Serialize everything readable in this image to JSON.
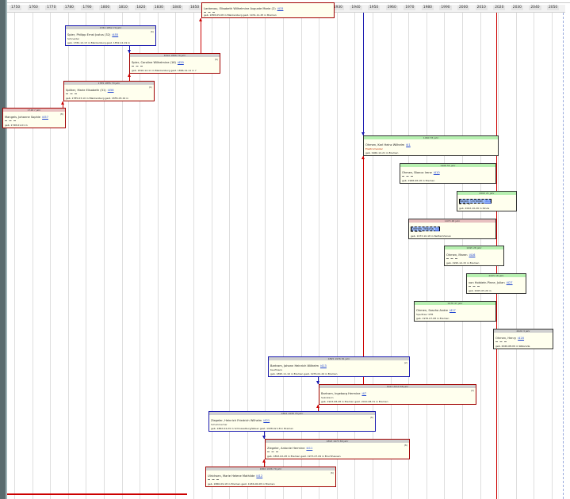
{
  "timeline": {
    "years": [
      "1750",
      "1760",
      "1770",
      "1780",
      "1790",
      "1800",
      "1810",
      "1820",
      "1830",
      "1840",
      "1850",
      "1860",
      "1870",
      "1880",
      "1890",
      "1900",
      "1910",
      "1920",
      "1930",
      "1940",
      "1950",
      "1960",
      "1970",
      "1980",
      "1990",
      "2000",
      "2010",
      "2020",
      "2030",
      "2040",
      "2050"
    ]
  },
  "persons": [
    {
      "key": "p1",
      "hdr": "",
      "marker": "",
      "name": "Lankenau, Elisabeth Wilhelmine Auguste Marie (2)",
      "id": "i415",
      "occ": "",
      "occ_red": false,
      "det": "geb. 1858-05-08 in Blankenburg   gest. 1931-11-25 in Bremen"
    },
    {
      "key": "p2",
      "hdr": "1782  1852  70 jahr",
      "marker": "(6)",
      "name": "Spier, Philipp Ernst Justus (32)",
      "id": "i455",
      "occ": "Schneider",
      "occ_red": false,
      "det": "geb. 1782-12-13 in Blankenburg   gest. 1852-12-19 in"
    },
    {
      "key": "p3",
      "hdr": "1816  1866  70 jahr",
      "marker": "(6)",
      "name": "Spier, Caroline Wilhelmine (16)",
      "id": "i459",
      "occ": "",
      "occ_red": false,
      "det": "geb. 1816-12-11 in Blankenburg   gest. 1866-12-11 in ?"
    },
    {
      "key": "p4",
      "hdr": "1785  1855  70 jahr",
      "marker": "(1)",
      "name": "Spilker, Marie Elisabeth (31)",
      "id": "i458",
      "occ": "",
      "occ_red": false,
      "det": "geb. 1785-03-10 in Blankenburg   gest. 1855-03-19 in"
    },
    {
      "key": "p5",
      "hdr": "1748  ? jahr",
      "marker": "(8)",
      "name": "Mangels, Johanne Sophie",
      "id": "i457",
      "occ": "",
      "occ_red": false,
      "det": "geb. 1748-01-01 in"
    },
    {
      "key": "p6",
      "hdr": "1960  78 jahr",
      "marker": "",
      "name": "Ohmen, Karl Heinz Wilhelm",
      "id": "i41",
      "occ": "Elektromeister",
      "occ_red": true,
      "det": "geb. 1960-12-21 in Bremen"
    },
    {
      "key": "p7",
      "hdr": "1968  55 jahr",
      "marker": "",
      "name": "Ohmen, Bianca Irene",
      "id": "i410",
      "occ": "",
      "occ_red": false,
      "det": "geb. 1968-08-18 in Bremen"
    },
    {
      "key": "p8",
      "hdr": "2002  21 jahr",
      "marker": "",
      "name": "Kogon, Christian",
      "id": "i414",
      "occ": "",
      "occ_red": false,
      "det": "geb. 2002-10-26 in Rinde"
    },
    {
      "key": "p9",
      "hdr": "1973  48 jahr",
      "marker": "",
      "name": "Ohmen, Mischa",
      "id": "i44",
      "occ": "",
      "occ_red": false,
      "det": "geb. 1973-10-18 in Nethamhonen"
    },
    {
      "key": "p10",
      "hdr": "1995  28 jahr",
      "marker": "",
      "name": "Ohmen, Maren",
      "id": "i416",
      "occ": "",
      "occ_red": false,
      "det": "geb. 1995-12-15 in Bremen"
    },
    {
      "key": "p11",
      "hdr": "2005  18 jahr",
      "marker": "",
      "name": "von Holstein-Pinne, Julian",
      "id": "i427",
      "occ": "",
      "occ_red": false,
      "det": "geb. 2005-05-26 in"
    },
    {
      "key": "p12",
      "hdr": "1976  47 jahr",
      "marker": "",
      "name": "Ohmen, Sascha Andre",
      "id": "i417",
      "occ": "Spediteur KFB",
      "occ_red": false,
      "det": "geb. 1976-07-08 in Bremen"
    },
    {
      "key": "p13",
      "hdr": "2020  3 jahr",
      "marker": "",
      "name": "Ohmen, Henry",
      "id": "i420",
      "occ": "",
      "occ_red": false,
      "det": "geb. 2020-08-09 in Walsrode"
    },
    {
      "key": "p14",
      "hdr": "1895  1976  81 jahr",
      "marker": "(2)",
      "name": "Bartram, Johann Heinrich Wilhelm",
      "id": "i413",
      "occ": "Kaufmann",
      "occ_red": false,
      "det": "geb. 1895-11-10 in Bremen   gest. 1976-01-24 in Bremen"
    },
    {
      "key": "p15",
      "hdr": "1923  2010  88 jahr",
      "marker": "(2)",
      "name": "Bartram, Ingeborg Hermine",
      "id": "i47",
      "occ": "Sekretarin",
      "occ_red": false,
      "det": "geb. 1923-08-28 in Bremen   gest. 2010-08-31 in Bremen"
    },
    {
      "key": "p16",
      "hdr": "1862  1938  76 jahr",
      "marker": "(6)",
      "name": "Ziegeler, Heinrich Friedrich Wilhelm",
      "id": "i421",
      "occ": "Schuhmacher",
      "occ_red": false,
      "det": "geb. 1862-04-29 in Schlusselburg/Weser   gest. 1938-02-18 in Bremen"
    },
    {
      "key": "p17",
      "hdr": "1893  1973  80 jahr",
      "marker": "(6)",
      "name": "Ziegeler, Antonie Hermine",
      "id": "i411",
      "occ": "",
      "occ_red": false,
      "det": "geb. 1893-02-28 in Bremen   gest. 1973-07-09 in Bruchhausen"
    },
    {
      "key": "p18",
      "hdr": "1866  1936  70 jahr",
      "marker": "(6)",
      "name": "Ulrichsen, Marie Helene Mathilde",
      "id": "i412",
      "occ": "",
      "occ_red": false,
      "det": "geb. 1866-09-18 in Bremen   gest. 1936-06-08 in Bremen"
    }
  ],
  "colors": {
    "grid": "#dedede",
    "box_bg": "#ffffee",
    "parent_line_blue": "#1a1ab0",
    "parent_line_red": "#cc0000",
    "link": "#1a40d0"
  }
}
